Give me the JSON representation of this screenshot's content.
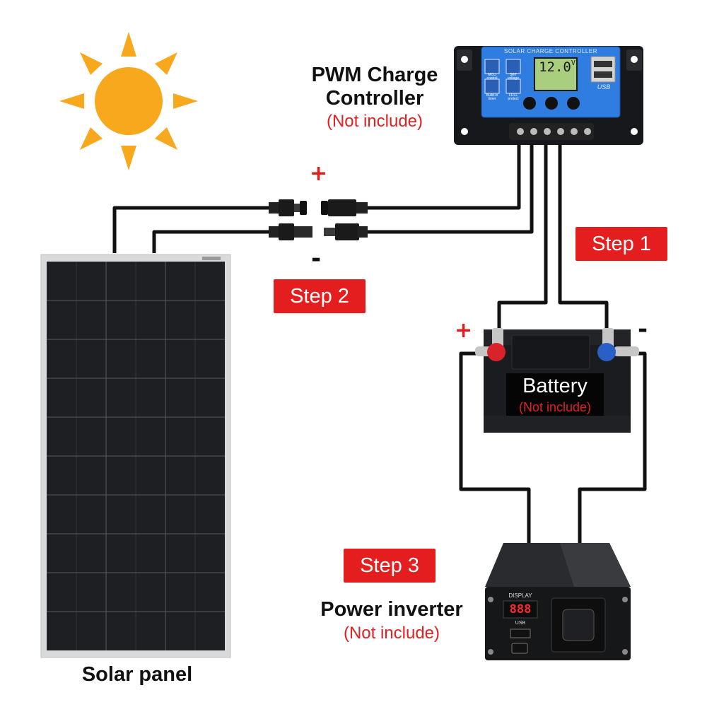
{
  "labels": {
    "controller_title_line1": "PWM Charge",
    "controller_title_line2": "Controller",
    "controller_note": "(Not include)",
    "battery_title": "Battery",
    "battery_note": "(Not include)",
    "inverter_title": "Power inverter",
    "inverter_note": "(Not include)",
    "panel_title": "Solar panel"
  },
  "steps": {
    "step1": "Step 1",
    "step2": "Step 2",
    "step3": "Step 3"
  },
  "polarity": {
    "plus": "+",
    "minus": "-"
  },
  "controller_ui": {
    "header": "SOLAR CHARGE CONTROLLER",
    "lcd_value": "12.0",
    "lcd_unit": "V",
    "usb_label": "USB",
    "icon_labels": [
      "MCU control",
      "SET voltage",
      "Build-in timer",
      "FULL protect"
    ]
  },
  "inverter_ui": {
    "display_label": "DISPLAY",
    "display_value": "888",
    "usb_label": "USB"
  },
  "colors": {
    "step_badge": "#e41e1e",
    "note_text": "#e32020",
    "wire": "#111111",
    "controller_screen": "#2f7de0",
    "sun": "#f8a81c"
  },
  "icons": [
    "sun-icon",
    "mc4-connector-icon",
    "battery-terminal-icon",
    "usb-port-icon"
  ]
}
